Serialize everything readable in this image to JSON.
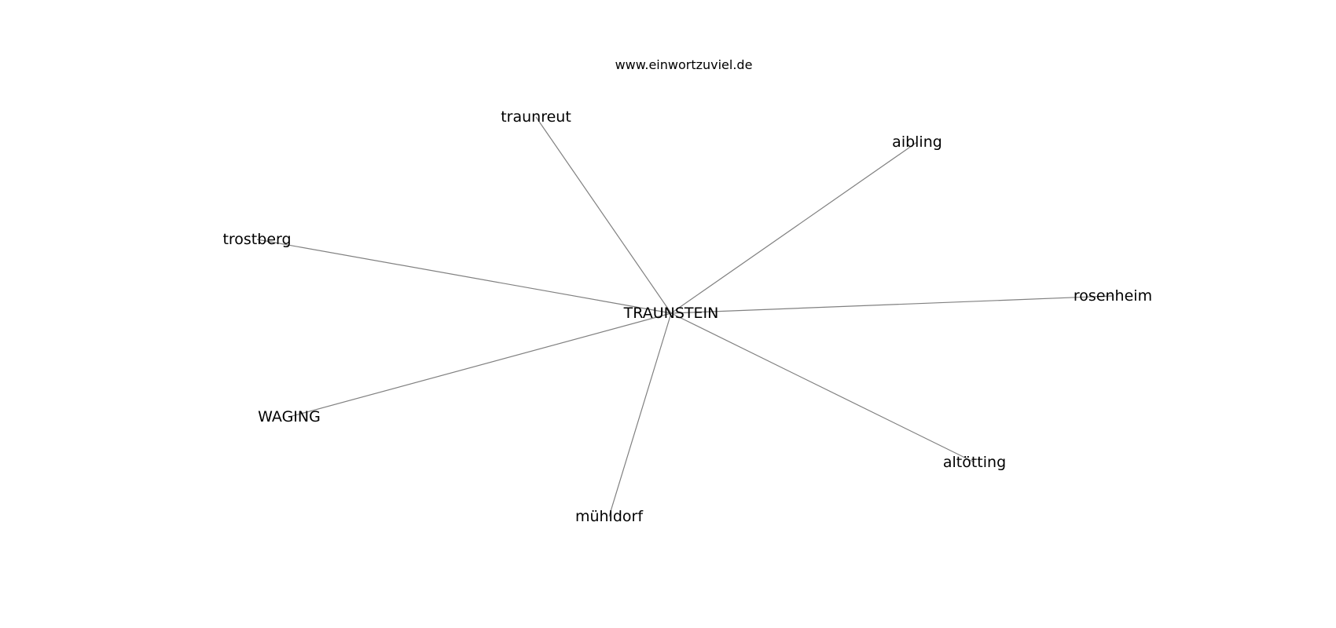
{
  "header": {
    "site": "www.einwortzuviel.de"
  },
  "graph": {
    "center": {
      "id": "center",
      "label": "TRAUNSTEIN"
    },
    "nodes": [
      {
        "id": "traunreut",
        "label": "traunreut"
      },
      {
        "id": "aibling",
        "label": "aibling"
      },
      {
        "id": "trostberg",
        "label": "trostberg"
      },
      {
        "id": "rosenheim",
        "label": "rosenheim"
      },
      {
        "id": "waging",
        "label": "WAGING"
      },
      {
        "id": "altotting",
        "label": "altötting"
      },
      {
        "id": "muhldorf",
        "label": "mühldorf"
      }
    ],
    "edges": [
      [
        "center",
        "traunreut"
      ],
      [
        "center",
        "aibling"
      ],
      [
        "center",
        "trostberg"
      ],
      [
        "center",
        "rosenheim"
      ],
      [
        "center",
        "waging"
      ],
      [
        "center",
        "altotting"
      ],
      [
        "center",
        "muhldorf"
      ]
    ],
    "colors": {
      "edge": "#808080",
      "text": "#000000",
      "background": "#ffffff"
    }
  }
}
